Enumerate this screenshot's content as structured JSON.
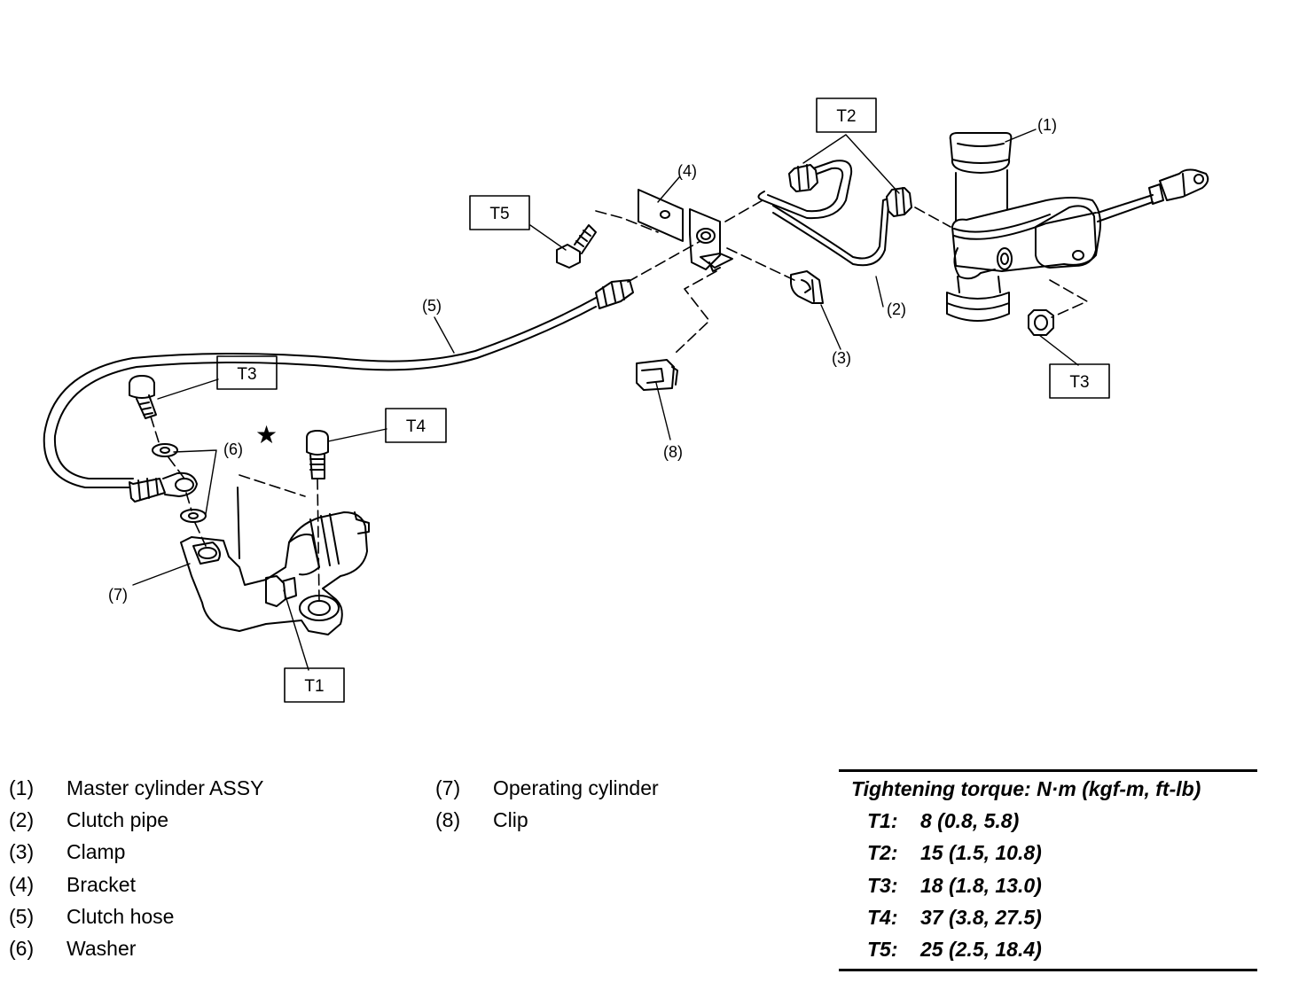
{
  "diagram": {
    "callouts": {
      "c1": "(1)",
      "c2": "(2)",
      "c3": "(3)",
      "c4": "(4)",
      "c5": "(5)",
      "c6": "(6)",
      "c7": "(7)",
      "c8": "(8)"
    },
    "boxes": {
      "t1": "T1",
      "t2": "T2",
      "t3_left": "T3",
      "t3_right": "T3",
      "t4": "T4",
      "t5": "T5"
    },
    "star_symbol": "★"
  },
  "legend": {
    "items": [
      {
        "num": "(1)",
        "label": "Master cylinder ASSY"
      },
      {
        "num": "(2)",
        "label": "Clutch pipe"
      },
      {
        "num": "(3)",
        "label": "Clamp"
      },
      {
        "num": "(4)",
        "label": "Bracket"
      },
      {
        "num": "(5)",
        "label": "Clutch hose"
      },
      {
        "num": "(6)",
        "label": "Washer"
      },
      {
        "num": "(7)",
        "label": "Operating cylinder"
      },
      {
        "num": "(8)",
        "label": "Clip"
      }
    ]
  },
  "torque": {
    "heading": "Tightening torque: N·m (kgf-m, ft-lb)",
    "rows": [
      {
        "code": "T1:",
        "value": "8 (0.8, 5.8)"
      },
      {
        "code": "T2:",
        "value": "15 (1.5, 10.8)"
      },
      {
        "code": "T3:",
        "value": "18 (1.8, 13.0)"
      },
      {
        "code": "T4:",
        "value": "37 (3.8, 27.5)"
      },
      {
        "code": "T5:",
        "value": "25 (2.5, 18.4)"
      }
    ]
  }
}
